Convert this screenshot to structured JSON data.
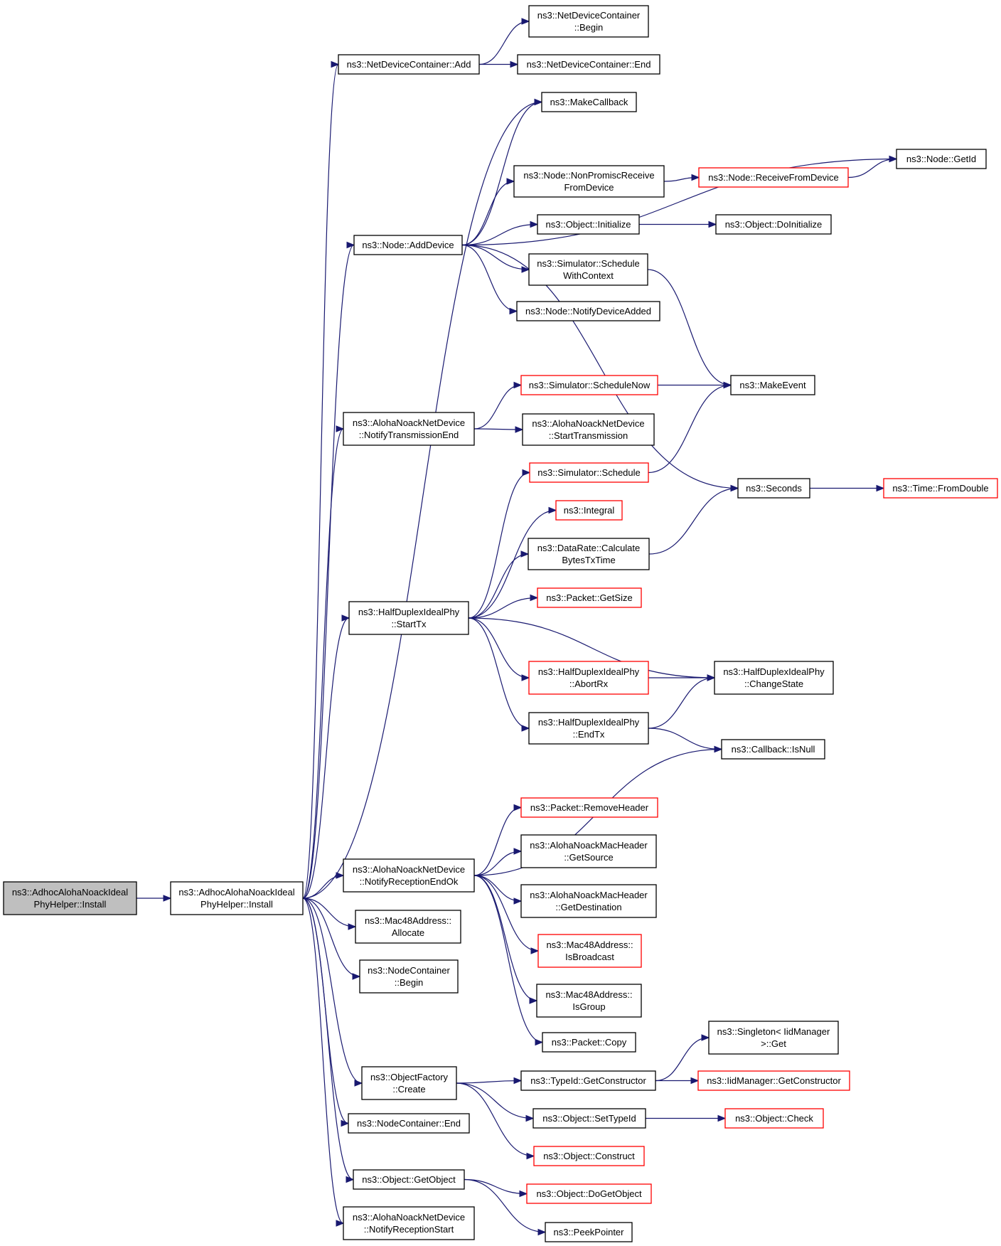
{
  "colors": {
    "edge": "#191970",
    "box_border_normal": "#000000",
    "box_border_truncated": "#ff0000",
    "root_fill": "#bfbfbf",
    "node_fill": "#ffffff"
  },
  "nodes": {
    "root": {
      "lines": [
        "ns3::AdhocAlohaNoackIdeal",
        "PhyHelper::Install"
      ],
      "style": "root"
    },
    "install": {
      "lines": [
        "ns3::AdhocAlohaNoackIdeal",
        "PhyHelper::Install"
      ],
      "style": "normal"
    },
    "ndc_add": {
      "lines": [
        "ns3::NetDeviceContainer::Add"
      ],
      "style": "normal"
    },
    "ndc_begin": {
      "lines": [
        "ns3::NetDeviceContainer",
        "::Begin"
      ],
      "style": "normal"
    },
    "ndc_end": {
      "lines": [
        "ns3::NetDeviceContainer::End"
      ],
      "style": "normal"
    },
    "make_callback": {
      "lines": [
        "ns3::MakeCallback"
      ],
      "style": "normal"
    },
    "node_getid": {
      "lines": [
        "ns3::Node::GetId"
      ],
      "style": "normal"
    },
    "node_nonpromisc": {
      "lines": [
        "ns3::Node::NonPromiscReceive",
        "FromDevice"
      ],
      "style": "normal"
    },
    "node_receivefrom": {
      "lines": [
        "ns3::Node::ReceiveFromDevice"
      ],
      "style": "truncated"
    },
    "node_adddevice": {
      "lines": [
        "ns3::Node::AddDevice"
      ],
      "style": "normal"
    },
    "object_initialize": {
      "lines": [
        "ns3::Object::Initialize"
      ],
      "style": "normal"
    },
    "object_doinitialize": {
      "lines": [
        "ns3::Object::DoInitialize"
      ],
      "style": "normal"
    },
    "sim_schedulewithcontext": {
      "lines": [
        "ns3::Simulator::Schedule",
        "WithContext"
      ],
      "style": "normal"
    },
    "node_notifydeviceadded": {
      "lines": [
        "ns3::Node::NotifyDeviceAdded"
      ],
      "style": "normal"
    },
    "sim_schedulenow": {
      "lines": [
        "ns3::Simulator::ScheduleNow"
      ],
      "style": "truncated"
    },
    "make_event": {
      "lines": [
        "ns3::MakeEvent"
      ],
      "style": "normal"
    },
    "aloha_notifytxend": {
      "lines": [
        "ns3::AlohaNoackNetDevice",
        "::NotifyTransmissionEnd"
      ],
      "style": "normal"
    },
    "aloha_starttx": {
      "lines": [
        "ns3::AlohaNoackNetDevice",
        "::StartTransmission"
      ],
      "style": "normal"
    },
    "sim_schedule": {
      "lines": [
        "ns3::Simulator::Schedule"
      ],
      "style": "truncated"
    },
    "seconds": {
      "lines": [
        "ns3::Seconds"
      ],
      "style": "normal"
    },
    "time_fromdouble": {
      "lines": [
        "ns3::Time::FromDouble"
      ],
      "style": "truncated"
    },
    "integral": {
      "lines": [
        "ns3::Integral"
      ],
      "style": "truncated"
    },
    "datarate_calc": {
      "lines": [
        "ns3::DataRate::Calculate",
        "BytesTxTime"
      ],
      "style": "normal"
    },
    "packet_getsize": {
      "lines": [
        "ns3::Packet::GetSize"
      ],
      "style": "truncated"
    },
    "hdip_starttx": {
      "lines": [
        "ns3::HalfDuplexIdealPhy",
        "::StartTx"
      ],
      "style": "normal"
    },
    "hdip_abortrx": {
      "lines": [
        "ns3::HalfDuplexIdealPhy",
        "::AbortRx"
      ],
      "style": "truncated"
    },
    "hdip_changestate": {
      "lines": [
        "ns3::HalfDuplexIdealPhy",
        "::ChangeState"
      ],
      "style": "normal"
    },
    "hdip_endtx": {
      "lines": [
        "ns3::HalfDuplexIdealPhy",
        "::EndTx"
      ],
      "style": "normal"
    },
    "callback_isnull": {
      "lines": [
        "ns3::Callback::IsNull"
      ],
      "style": "normal"
    },
    "packet_removeheader": {
      "lines": [
        "ns3::Packet::RemoveHeader"
      ],
      "style": "truncated"
    },
    "mac_getsource": {
      "lines": [
        "ns3::AlohaNoackMacHeader",
        "::GetSource"
      ],
      "style": "normal"
    },
    "aloha_notifyrxendok": {
      "lines": [
        "ns3::AlohaNoackNetDevice",
        "::NotifyReceptionEndOk"
      ],
      "style": "normal"
    },
    "mac_getdest": {
      "lines": [
        "ns3::AlohaNoackMacHeader",
        "::GetDestination"
      ],
      "style": "normal"
    },
    "mac48_allocate": {
      "lines": [
        "ns3::Mac48Address::",
        "Allocate"
      ],
      "style": "normal"
    },
    "mac48_isbroadcast": {
      "lines": [
        "ns3::Mac48Address::",
        "IsBroadcast"
      ],
      "style": "truncated"
    },
    "nc_begin": {
      "lines": [
        "ns3::NodeContainer",
        "::Begin"
      ],
      "style": "normal"
    },
    "mac48_isgroup": {
      "lines": [
        "ns3::Mac48Address::",
        "IsGroup"
      ],
      "style": "normal"
    },
    "packet_copy": {
      "lines": [
        "ns3::Packet::Copy"
      ],
      "style": "normal"
    },
    "singleton_get": {
      "lines": [
        "ns3::Singleton< IidManager",
        ">::Get"
      ],
      "style": "normal"
    },
    "of_create": {
      "lines": [
        "ns3::ObjectFactory",
        "::Create"
      ],
      "style": "normal"
    },
    "typeid_getctor": {
      "lines": [
        "ns3::TypeId::GetConstructor"
      ],
      "style": "normal"
    },
    "iidmgr_getctor": {
      "lines": [
        "ns3::IidManager::GetConstructor"
      ],
      "style": "truncated"
    },
    "nc_end": {
      "lines": [
        "ns3::NodeContainer::End"
      ],
      "style": "normal"
    },
    "object_settypeid": {
      "lines": [
        "ns3::Object::SetTypeId"
      ],
      "style": "normal"
    },
    "object_check": {
      "lines": [
        "ns3::Object::Check"
      ],
      "style": "truncated"
    },
    "object_construct": {
      "lines": [
        "ns3::Object::Construct"
      ],
      "style": "truncated"
    },
    "object_getobject": {
      "lines": [
        "ns3::Object::GetObject"
      ],
      "style": "normal"
    },
    "object_dogetobject": {
      "lines": [
        "ns3::Object::DoGetObject"
      ],
      "style": "truncated"
    },
    "aloha_notifyrxstart": {
      "lines": [
        "ns3::AlohaNoackNetDevice",
        "::NotifyReceptionStart"
      ],
      "style": "normal"
    },
    "peek_pointer": {
      "lines": [
        "ns3::PeekPointer"
      ],
      "style": "normal"
    }
  },
  "edges": [
    [
      "root",
      "install"
    ],
    [
      "install",
      "ndc_add"
    ],
    [
      "ndc_add",
      "ndc_begin"
    ],
    [
      "ndc_add",
      "ndc_end"
    ],
    [
      "install",
      "make_callback"
    ],
    [
      "install",
      "node_adddevice"
    ],
    [
      "node_adddevice",
      "make_callback"
    ],
    [
      "node_adddevice",
      "node_getid"
    ],
    [
      "node_adddevice",
      "node_nonpromisc"
    ],
    [
      "node_nonpromisc",
      "node_receivefrom"
    ],
    [
      "node_receivefrom",
      "node_getid"
    ],
    [
      "node_adddevice",
      "object_initialize"
    ],
    [
      "object_initialize",
      "object_doinitialize"
    ],
    [
      "node_adddevice",
      "sim_schedulewithcontext"
    ],
    [
      "sim_schedulewithcontext",
      "make_event"
    ],
    [
      "node_adddevice",
      "node_notifydeviceadded"
    ],
    [
      "node_adddevice",
      "seconds"
    ],
    [
      "install",
      "aloha_notifytxend"
    ],
    [
      "aloha_notifytxend",
      "sim_schedulenow"
    ],
    [
      "sim_schedulenow",
      "make_event"
    ],
    [
      "aloha_notifytxend",
      "aloha_starttx"
    ],
    [
      "install",
      "hdip_starttx"
    ],
    [
      "hdip_starttx",
      "sim_schedule"
    ],
    [
      "sim_schedule",
      "make_event"
    ],
    [
      "hdip_starttx",
      "integral"
    ],
    [
      "hdip_starttx",
      "datarate_calc"
    ],
    [
      "datarate_calc",
      "seconds"
    ],
    [
      "seconds",
      "time_fromdouble"
    ],
    [
      "hdip_starttx",
      "packet_getsize"
    ],
    [
      "hdip_starttx",
      "hdip_abortrx"
    ],
    [
      "hdip_abortrx",
      "hdip_changestate"
    ],
    [
      "hdip_starttx",
      "hdip_changestate"
    ],
    [
      "hdip_starttx",
      "hdip_endtx"
    ],
    [
      "hdip_endtx",
      "hdip_changestate"
    ],
    [
      "hdip_endtx",
      "callback_isnull"
    ],
    [
      "install",
      "aloha_notifyrxendok"
    ],
    [
      "aloha_notifyrxendok",
      "callback_isnull"
    ],
    [
      "aloha_notifyrxendok",
      "packet_removeheader"
    ],
    [
      "aloha_notifyrxendok",
      "mac_getsource"
    ],
    [
      "aloha_notifyrxendok",
      "mac_getdest"
    ],
    [
      "aloha_notifyrxendok",
      "mac48_isbroadcast"
    ],
    [
      "aloha_notifyrxendok",
      "mac48_isgroup"
    ],
    [
      "aloha_notifyrxendok",
      "packet_copy"
    ],
    [
      "install",
      "mac48_allocate"
    ],
    [
      "install",
      "nc_begin"
    ],
    [
      "install",
      "of_create"
    ],
    [
      "of_create",
      "typeid_getctor"
    ],
    [
      "typeid_getctor",
      "singleton_get"
    ],
    [
      "typeid_getctor",
      "iidmgr_getctor"
    ],
    [
      "of_create",
      "object_settypeid"
    ],
    [
      "object_settypeid",
      "object_check"
    ],
    [
      "of_create",
      "object_construct"
    ],
    [
      "install",
      "nc_end"
    ],
    [
      "install",
      "object_getobject"
    ],
    [
      "object_getobject",
      "object_dogetobject"
    ],
    [
      "object_getobject",
      "peek_pointer"
    ],
    [
      "install",
      "aloha_notifyrxstart"
    ]
  ]
}
